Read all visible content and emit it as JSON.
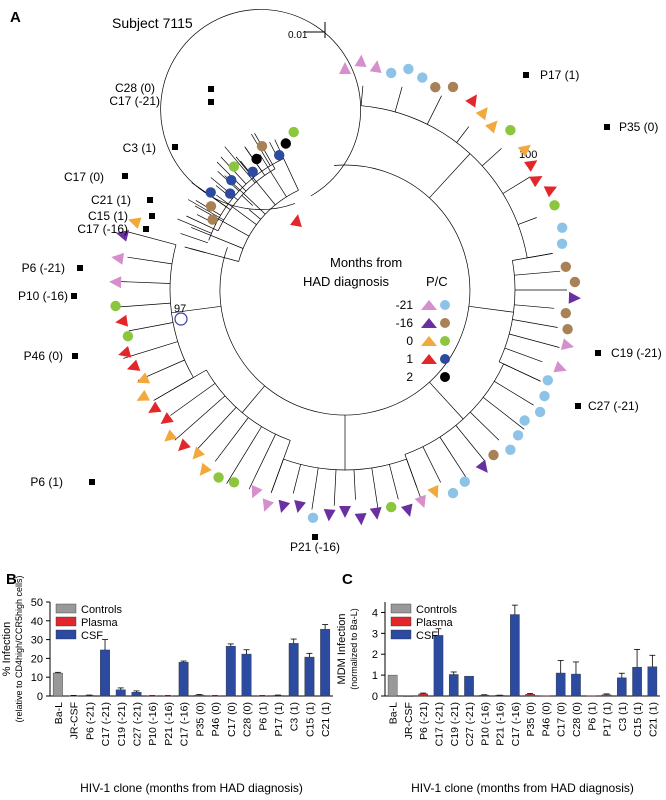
{
  "panel_a": {
    "label": "A",
    "subject": "Subject 7115",
    "scale": "0.01",
    "legend": {
      "title1": "Months from",
      "title2": "HAD diagnosis",
      "pc": "P/C",
      "rows": [
        {
          "months": "-21",
          "color": "#d58fcc",
          "csf": "#8ec3e8"
        },
        {
          "months": "-16",
          "color": "#6a2fa0",
          "csf": "#a88156"
        },
        {
          "months": "0",
          "color": "#f2a93b",
          "csf": "#8cc63f"
        },
        {
          "months": "1",
          "color": "#e3262a",
          "csf": "#2b4aa0"
        },
        {
          "months": "2",
          "color": null,
          "csf": "#000000"
        }
      ]
    },
    "bootstrap": [
      "100",
      "97"
    ],
    "clone_labels": [
      "C28 (0)",
      "C17 (-21)",
      "C3 (1)",
      "C17 (0)",
      "C21 (1)",
      "C15 (1)",
      "C17 (-16)",
      "P6 (-21)",
      "P10 (-16)",
      "P46 (0)",
      "P6 (1)",
      "P17 (1)",
      "P35 (0)",
      "C19 (-21)",
      "C27 (-21)",
      "P21 (-16)"
    ]
  },
  "chart_data": [
    {
      "type": "bar",
      "panel": "B",
      "ylabel": "% Infection",
      "ylabel2": "(relative to CD4high/CCR5high cells)",
      "xlabel": "HIV-1 clone (months from HAD diagnosis)",
      "ylim": [
        0,
        50
      ],
      "yticks": [
        "0",
        "10",
        "20",
        "30",
        "40",
        "50"
      ],
      "legend": [
        {
          "name": "Controls",
          "color": "#999999"
        },
        {
          "name": "Plasma",
          "color": "#e3262a"
        },
        {
          "name": "CSF",
          "color": "#2b4aa0"
        }
      ],
      "categories": [
        "Ba-L",
        "JR-CSF",
        "P6 (-21)",
        "C17 (-21)",
        "C19 (-21)",
        "C27 (-21)",
        "P10 (-16)",
        "P21 (-16)",
        "C17 (-16)",
        "P35 (0)",
        "P46 (0)",
        "C17 (0)",
        "C28 (0)",
        "P6 (1)",
        "P17 (1)",
        "C3 (1)",
        "C15 (1)",
        "C21 (1)"
      ],
      "groups": [
        "Controls",
        "Controls",
        "Plasma",
        "CSF",
        "CSF",
        "CSF",
        "Plasma",
        "Plasma",
        "CSF",
        "Plasma",
        "Plasma",
        "CSF",
        "CSF",
        "Plasma",
        "Plasma",
        "CSF",
        "CSF",
        "CSF"
      ],
      "values": [
        12.2,
        0.2,
        0.3,
        24.5,
        3.3,
        2.0,
        0.1,
        0.1,
        18.0,
        0.5,
        0.1,
        26.5,
        22.3,
        0.1,
        0.3,
        28.0,
        20.7,
        35.5
      ],
      "errors": [
        0.4,
        0.1,
        0.2,
        5.5,
        1.0,
        0.7,
        0.1,
        0.1,
        0.6,
        0.3,
        0.1,
        1.2,
        2.3,
        0.1,
        0.2,
        2.3,
        2.0,
        2.5
      ]
    },
    {
      "type": "bar",
      "panel": "C",
      "ylabel": "MDM Infection",
      "ylabel2": "(normalized to Ba-L)",
      "xlabel": "HIV-1 clone (months from HAD diagnosis)",
      "ylim": [
        0,
        4.5
      ],
      "yticks": [
        "0",
        "1",
        "2",
        "3",
        "4"
      ],
      "legend": [
        {
          "name": "Controls",
          "color": "#999999"
        },
        {
          "name": "Plasma",
          "color": "#e3262a"
        },
        {
          "name": "CSF",
          "color": "#2b4aa0"
        }
      ],
      "categories": [
        "Ba-L",
        "JR-CSF",
        "P6 (-21)",
        "C17 (-21)",
        "C19 (-21)",
        "C27 (-21)",
        "P10 (-16)",
        "P21 (-16)",
        "C17 (-16)",
        "P35 (0)",
        "P46 (0)",
        "C17 (0)",
        "C28 (0)",
        "P6 (1)",
        "P17 (1)",
        "C3 (1)",
        "C15 (1)",
        "C21 (1)"
      ],
      "groups": [
        "Controls",
        "Controls",
        "Plasma",
        "CSF",
        "CSF",
        "CSF",
        "Plasma",
        "Plasma",
        "CSF",
        "Plasma",
        "Plasma",
        "CSF",
        "CSF",
        "Plasma",
        "Plasma",
        "CSF",
        "CSF",
        "CSF"
      ],
      "values": [
        1.0,
        0.0,
        0.1,
        2.9,
        1.03,
        0.95,
        0.04,
        0.03,
        3.9,
        0.08,
        0.01,
        1.1,
        1.05,
        0.01,
        0.06,
        0.87,
        1.38,
        1.4
      ],
      "errors": [
        0.0,
        0.0,
        0.04,
        0.32,
        0.12,
        0.0,
        0.02,
        0.01,
        0.45,
        0.04,
        0.0,
        0.6,
        0.58,
        0.0,
        0.04,
        0.22,
        0.85,
        0.55
      ]
    }
  ]
}
